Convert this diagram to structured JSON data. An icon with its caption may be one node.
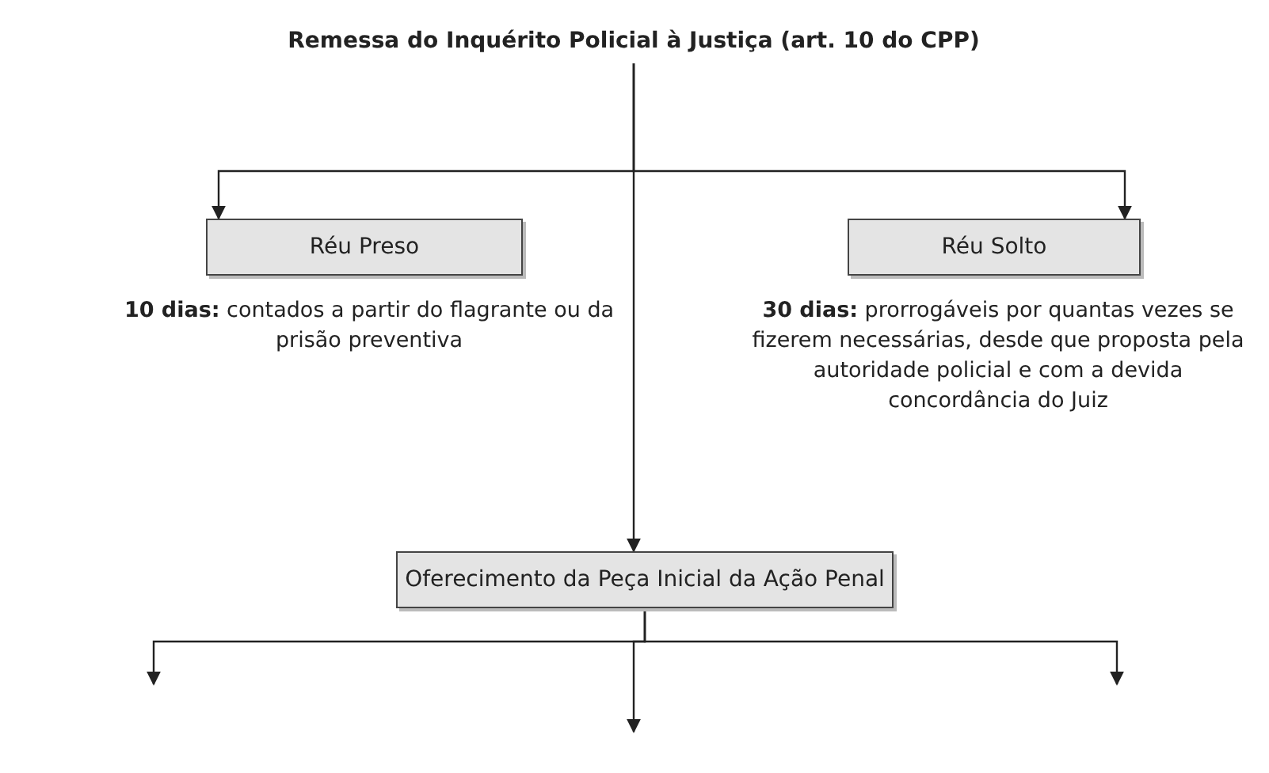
{
  "diagram": {
    "nodes": [
      {
        "text": [
          "Remessa do Inquérito Policial à Justiça (art. 10 do CPP)"
        ]
      },
      {
        "text": [
          "Réu Preso"
        ],
        "beside": [
          "**10 dias:** contados a partir do flagrante ou da prisão preventiva"
        ]
      },
      {
        "text": [
          "Réu Solto"
        ],
        "beside": [
          "**30 dias:** prorrogáveis por quantas vezes se fizerem necessárias, desde que proposta pela autoridade policial e com a devida concordância do Juiz"
        ]
      },
      {
        "text": [
          "Oferecimento da Peça Inicial da Ação Penal"
        ]
      }
    ],
    "edges": [
      {
        "from": 0,
        "to": 1,
        "arrow": "to"
      },
      {
        "from": 0,
        "to": 2,
        "arrow": "to"
      },
      {
        "from": 0,
        "to": 3,
        "arrow": "to"
      },
      {
        "from": 3,
        "to": null,
        "arrow": "to"
      },
      {
        "from": 3,
        "to": null,
        "arrow": "to"
      },
      {
        "from": 3,
        "to": null,
        "arrow": "to"
      }
    ]
  }
}
